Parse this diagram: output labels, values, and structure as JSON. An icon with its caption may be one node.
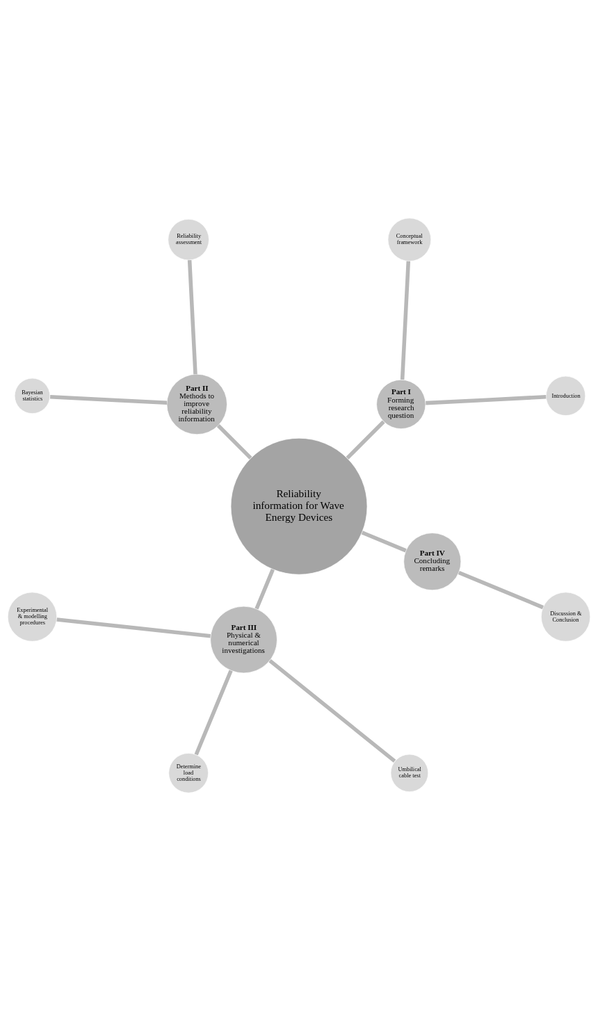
{
  "diagram": {
    "nodes": [
      {
        "text": [
          "Reliability information for Wave Energy Devices"
        ]
      },
      {
        "text": [
          "Part I",
          "Forming research question"
        ]
      },
      {
        "text": [
          "Introduction"
        ]
      },
      {
        "text": [
          "Conceptual framework"
        ]
      },
      {
        "text": [
          "Part II",
          "Methods to improve reliability information"
        ]
      },
      {
        "text": [
          "Reliability assessment"
        ]
      },
      {
        "text": [
          "Bayesian statistics"
        ]
      },
      {
        "text": [
          "Part III",
          "Physical & numerical investigations"
        ]
      },
      {
        "text": [
          "Experimental & modelling procedures"
        ]
      },
      {
        "text": [
          "Determine load conditions"
        ]
      },
      {
        "text": [
          "Umbilical cable test"
        ]
      },
      {
        "text": [
          "Part IV",
          "Concluding remarks"
        ]
      },
      {
        "text": [
          "Discussion & Conclusion"
        ]
      }
    ],
    "edges": [
      {
        "from": 0,
        "to": 1,
        "arrow": "none"
      },
      {
        "from": 1,
        "to": 2,
        "arrow": "none"
      },
      {
        "from": 1,
        "to": 3,
        "arrow": "none"
      },
      {
        "from": 0,
        "to": 4,
        "arrow": "none"
      },
      {
        "from": 4,
        "to": 5,
        "arrow": "none"
      },
      {
        "from": 4,
        "to": 6,
        "arrow": "none"
      },
      {
        "from": 0,
        "to": 7,
        "arrow": "none"
      },
      {
        "from": 7,
        "to": 8,
        "arrow": "none"
      },
      {
        "from": 7,
        "to": 9,
        "arrow": "none"
      },
      {
        "from": 7,
        "to": 10,
        "arrow": "none"
      },
      {
        "from": 0,
        "to": 11,
        "arrow": "none"
      },
      {
        "from": 11,
        "to": 12,
        "arrow": "none"
      }
    ]
  }
}
